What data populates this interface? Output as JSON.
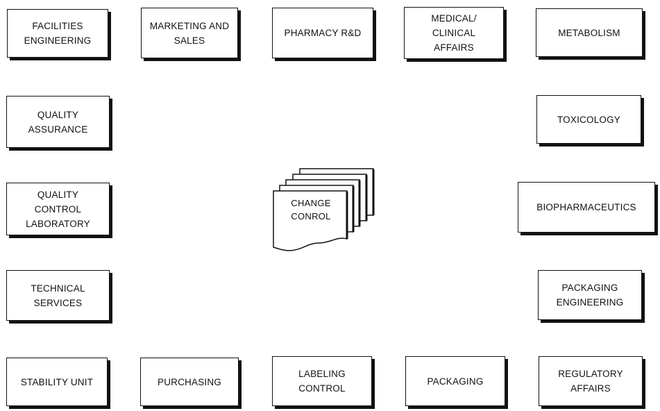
{
  "departments": {
    "facilities_engineering": [
      "FACILITIES",
      "ENGINEERING"
    ],
    "marketing_sales": [
      "MARKETING AND",
      "SALES"
    ],
    "pharmacy_rd": [
      "PHARMACY R&D"
    ],
    "medical_clinical": [
      "MEDICAL/",
      "CLINICAL",
      "AFFAIRS"
    ],
    "metabolism": [
      "METABOLISM"
    ],
    "quality_assurance": [
      "QUALITY",
      "ASSURANCE"
    ],
    "toxicology": [
      "TOXICOLOGY"
    ],
    "qc_laboratory": [
      "QUALITY",
      "CONTROL",
      "LABORATORY"
    ],
    "biopharmaceutics": [
      "BIOPHARMACEUTICS"
    ],
    "technical_services": [
      "TECHNICAL",
      "SERVICES"
    ],
    "packaging_engineering": [
      "PACKAGING",
      "ENGINEERING"
    ],
    "stability_unit": [
      "STABILITY UNIT"
    ],
    "purchasing": [
      "PURCHASING"
    ],
    "labeling_control": [
      "LABELING",
      "CONTROL"
    ],
    "packaging": [
      "PACKAGING"
    ],
    "regulatory_affairs": [
      "REGULATORY",
      "AFFAIRS"
    ]
  },
  "center": {
    "label": [
      "CHANGE",
      "CONROL"
    ]
  }
}
